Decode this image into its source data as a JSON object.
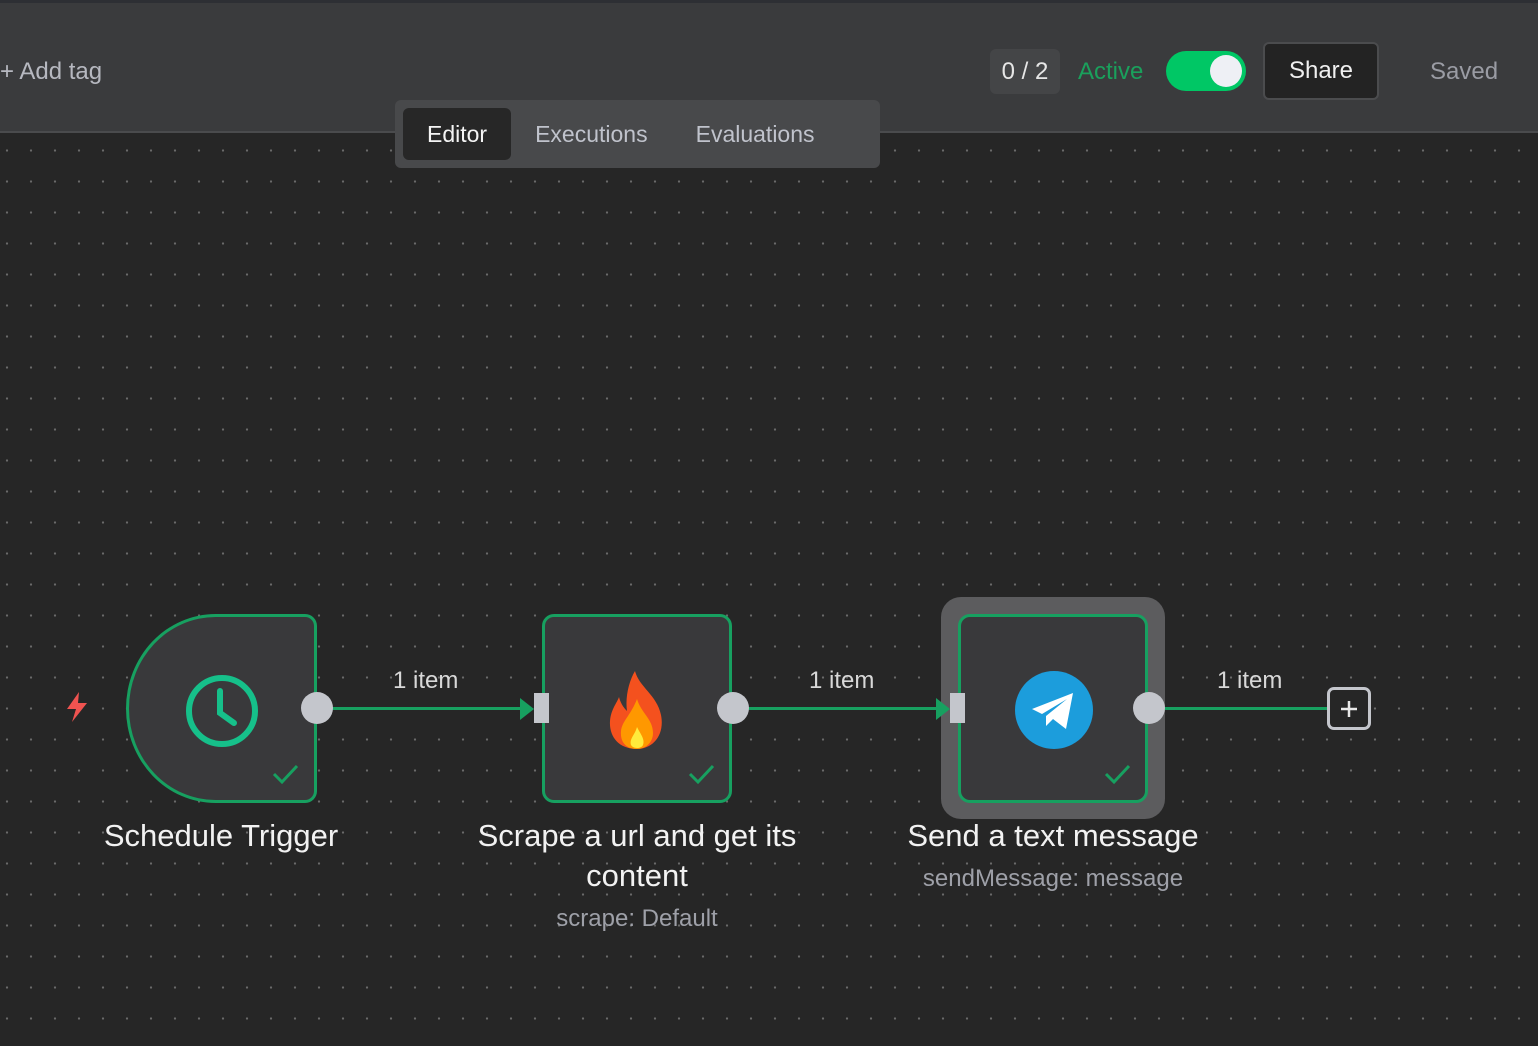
{
  "header": {
    "add_tag": "+ Add tag",
    "counter": "0 / 2",
    "active_label": "Active",
    "active": true,
    "share": "Share",
    "saved": "Saved"
  },
  "tabs": [
    {
      "label": "Editor",
      "selected": true
    },
    {
      "label": "Executions"
    },
    {
      "label": "Evaluations"
    }
  ],
  "nodes": [
    {
      "name": "Schedule Trigger",
      "icon": "clock-icon",
      "status": "success"
    },
    {
      "name": "Scrape a url and get its content",
      "subtitle": "scrape: Default",
      "icon": "fire-icon",
      "status": "success"
    },
    {
      "name": "Send a text message",
      "subtitle": "sendMessage: message",
      "icon": "telegram-icon",
      "status": "success",
      "selected": true
    }
  ],
  "edges": [
    {
      "label": "1 item"
    },
    {
      "label": "1 item"
    },
    {
      "label": "1 item"
    }
  ],
  "colors": {
    "accent": "#17a060",
    "toggle": "#00c765",
    "trigger": "#ef5350"
  }
}
